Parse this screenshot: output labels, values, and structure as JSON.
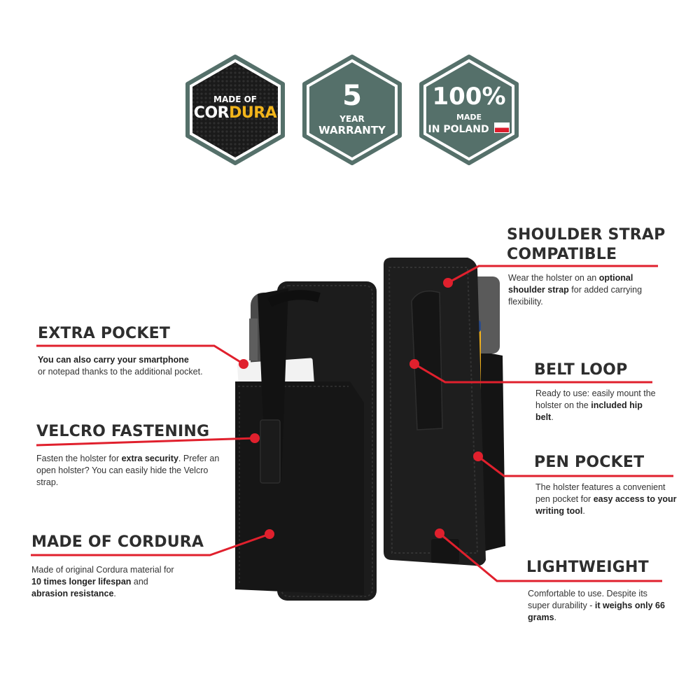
{
  "badges": {
    "cordura": {
      "line1": "MADE OF",
      "brand_part1": "COR",
      "brand_part2": "DURA"
    },
    "warranty": {
      "number": "5",
      "line1": "YEAR",
      "line2": "WARRANTY"
    },
    "poland": {
      "percent": "100%",
      "line1": "MADE",
      "line2": "IN POLAND"
    }
  },
  "features": {
    "extra_pocket": {
      "title": "EXTRA POCKET",
      "desc_bold": "You can also carry your smartphone",
      "desc_rest": "or notepad thanks to the additional pocket."
    },
    "velcro": {
      "title": "VELCRO FASTENING",
      "p1": "Fasten the holster for ",
      "b1": "extra security",
      "p2": ". Prefer an open holster? You can easily hide the Velcro strap."
    },
    "cordura": {
      "title": "MADE OF CORDURA",
      "p1": "Made of original Cordura material for ",
      "b1": "10 times longer lifespan",
      "p2": " and ",
      "b2": "abrasion resistance",
      "p3": "."
    },
    "shoulder": {
      "title_line1": "SHOULDER STRAP",
      "title_line2": "COMPATIBLE",
      "p1": "Wear the holster on an ",
      "b1": "optional shoulder strap",
      "p2": " for added carrying flexibility."
    },
    "belt": {
      "title": "BELT LOOP",
      "p1": "Ready to use: easily mount the holster on the ",
      "b1": "included hip belt",
      "p2": "."
    },
    "pen": {
      "title": "PEN POCKET",
      "p1": "The holster features a convenient pen pocket for ",
      "b1": "easy access to your writing tool",
      "p2": "."
    },
    "light": {
      "title": "LIGHTWEIGHT",
      "p1": "Comfortable to use. Despite its super durability - ",
      "b1": "it weighs only 66 grams",
      "p2": "."
    }
  },
  "colors": {
    "badge_green": "#55706a",
    "badge_dark": "#1c1c1c",
    "accent_red": "#e0202d",
    "cordura_yellow": "#f3b51b",
    "text_dark": "#2e2e2e"
  }
}
